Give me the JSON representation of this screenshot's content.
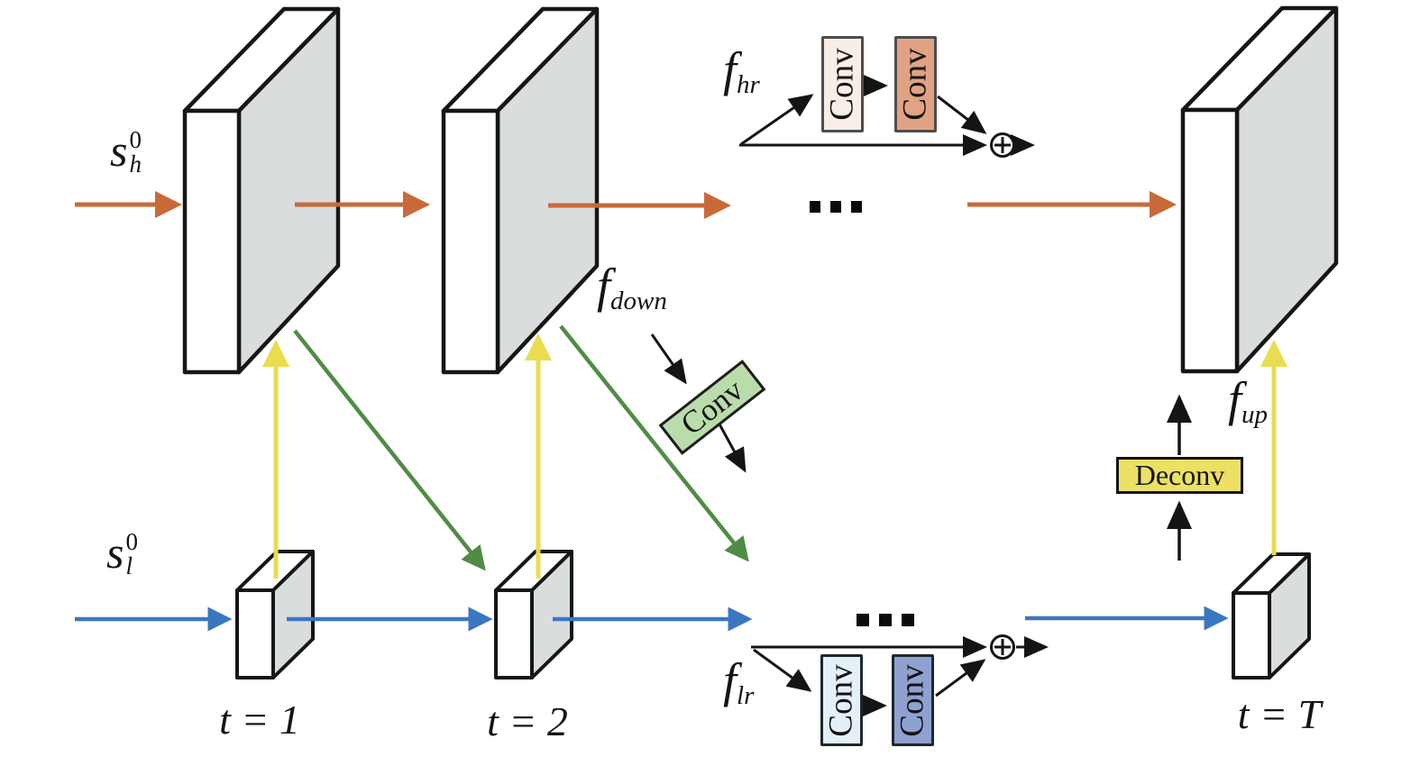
{
  "figure": {
    "background": "#ffffff",
    "colors": {
      "hr_stream_arrow": "#c86a38",
      "lr_stream_arrow": "#3b77c0",
      "up_arrow": "#e9dc4f",
      "down_arrow": "#4f8c44",
      "residual_line": "#141414",
      "slab_side_fill": "#d9dddd",
      "slab_front_fill": "#ffffff",
      "conv_hr_1_fill": "#f8eee6",
      "conv_hr_2_fill": "#e1a383",
      "conv_lr_1_fill": "#e4f0f7",
      "conv_lr_2_fill": "#8ea1d0",
      "conv_down_fill": "#badcab",
      "deconv_fill": "#ece164"
    },
    "inputs": {
      "s_h": {
        "base": "s",
        "sup": "0",
        "sub": "h"
      },
      "s_l": {
        "base": "s",
        "sup": "0",
        "sub": "l"
      }
    },
    "functions": {
      "f_hr": {
        "base": "f",
        "sub": "hr"
      },
      "f_down": {
        "base": "f",
        "sub": "down"
      },
      "f_lr": {
        "base": "f",
        "sub": "lr"
      },
      "f_up": {
        "base": "f",
        "sub": "up"
      }
    },
    "timesteps": {
      "t1": "t = 1",
      "t2": "t = 2",
      "tT": "t = T"
    },
    "ops": {
      "conv_hr_1": "Conv",
      "conv_hr_2": "Conv",
      "conv_down": "Conv",
      "conv_lr_1": "Conv",
      "conv_lr_2": "Conv",
      "deconv": "Deconv"
    },
    "ellipsis": {
      "hr": "...",
      "lr": "..."
    },
    "sum_symbol": "⊕"
  }
}
